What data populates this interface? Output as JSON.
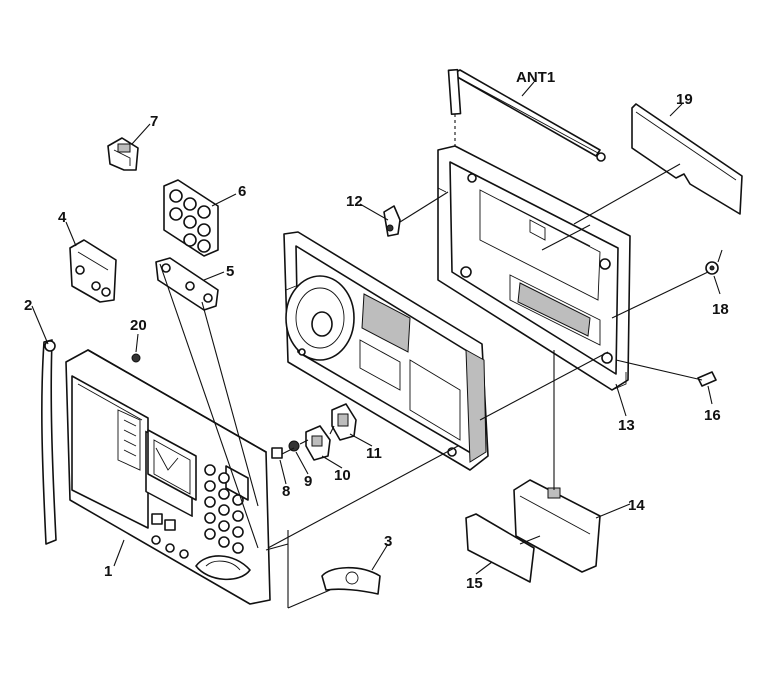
{
  "diagram": {
    "callouts": [
      {
        "id": "c1",
        "text": "1"
      },
      {
        "id": "c2",
        "text": "2"
      },
      {
        "id": "c3",
        "text": "3"
      },
      {
        "id": "c4",
        "text": "4"
      },
      {
        "id": "c5",
        "text": "5"
      },
      {
        "id": "c6",
        "text": "6"
      },
      {
        "id": "c7",
        "text": "7"
      },
      {
        "id": "c8",
        "text": "8"
      },
      {
        "id": "c9",
        "text": "9"
      },
      {
        "id": "c10",
        "text": "10"
      },
      {
        "id": "c11",
        "text": "11"
      },
      {
        "id": "c12",
        "text": "12"
      },
      {
        "id": "c13",
        "text": "13"
      },
      {
        "id": "c14",
        "text": "14"
      },
      {
        "id": "c15",
        "text": "15"
      },
      {
        "id": "c16",
        "text": "16"
      },
      {
        "id": "c18",
        "text": "18"
      },
      {
        "id": "c19",
        "text": "19"
      },
      {
        "id": "c20",
        "text": "20"
      },
      {
        "id": "cant",
        "text": "ANT1"
      }
    ]
  }
}
